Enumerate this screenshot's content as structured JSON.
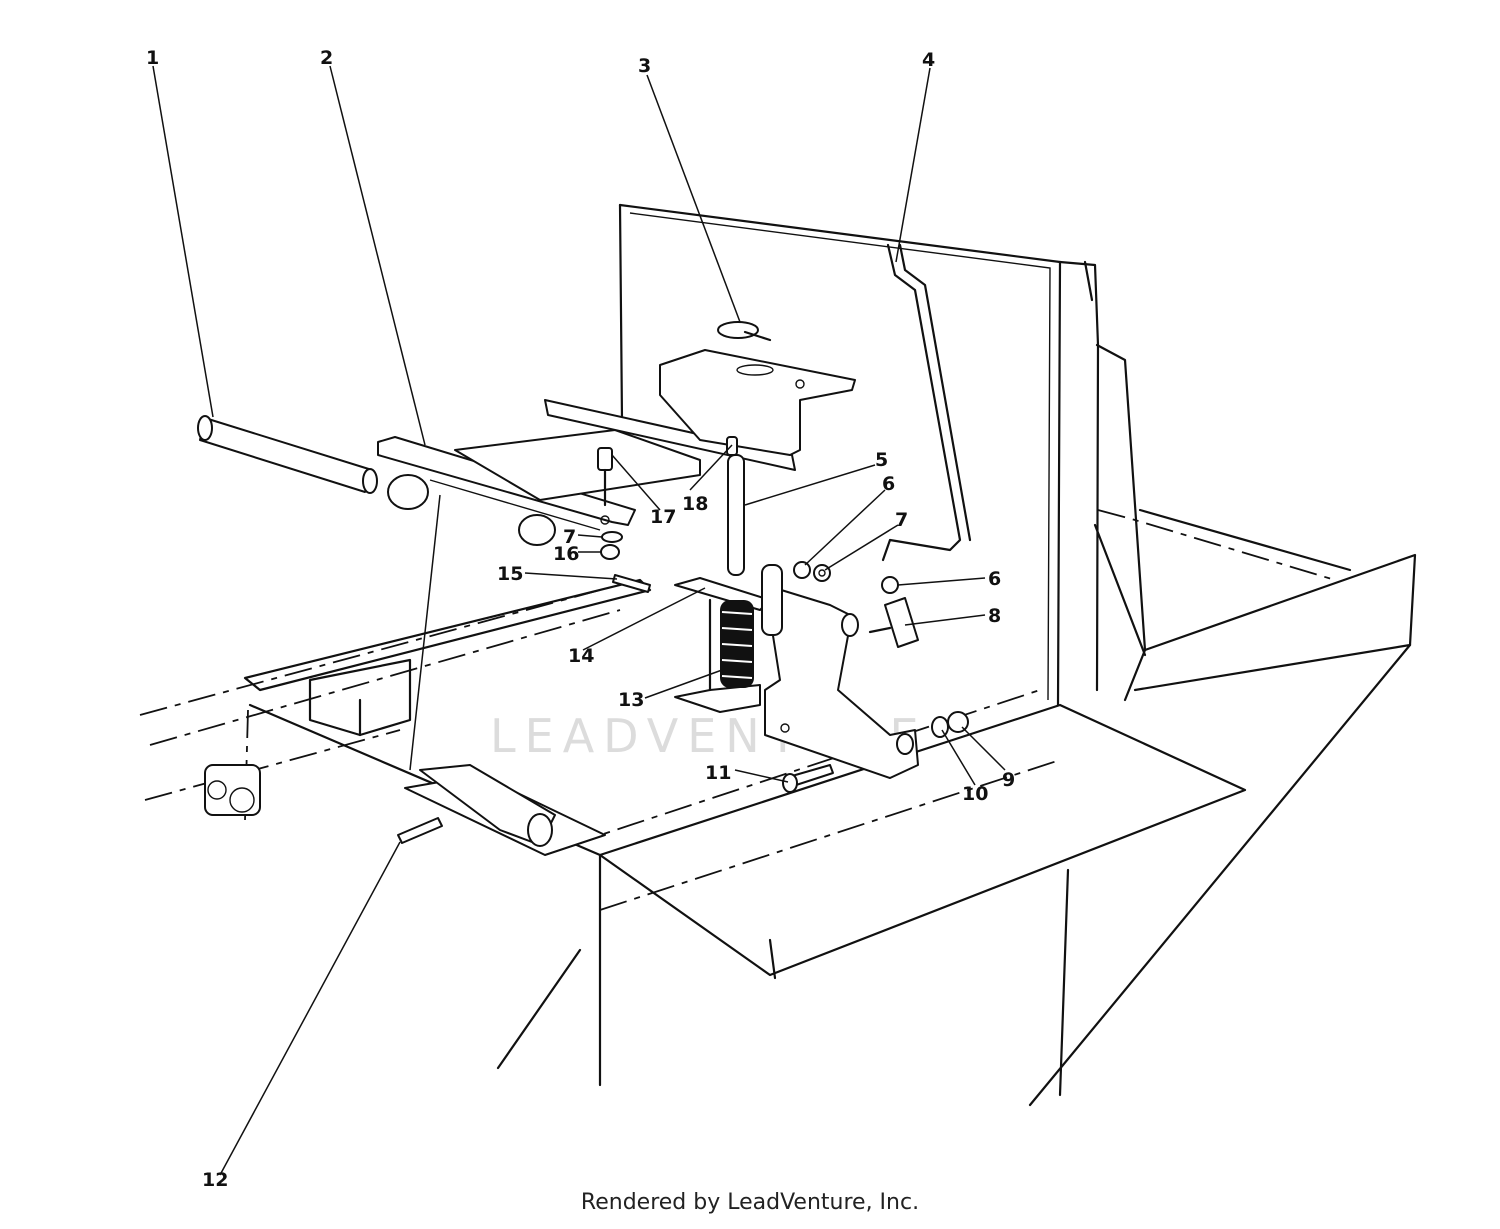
{
  "callouts": [
    {
      "id": "1",
      "text": "1"
    },
    {
      "id": "2",
      "text": "2"
    },
    {
      "id": "3",
      "text": "3"
    },
    {
      "id": "4",
      "text": "4"
    },
    {
      "id": "5",
      "text": "5"
    },
    {
      "id": "6a",
      "text": "6"
    },
    {
      "id": "7a",
      "text": "7"
    },
    {
      "id": "6b",
      "text": "6"
    },
    {
      "id": "8",
      "text": "8"
    },
    {
      "id": "9",
      "text": "9"
    },
    {
      "id": "10",
      "text": "10"
    },
    {
      "id": "11",
      "text": "11"
    },
    {
      "id": "12",
      "text": "12"
    },
    {
      "id": "13",
      "text": "13"
    },
    {
      "id": "14",
      "text": "14"
    },
    {
      "id": "15",
      "text": "15"
    },
    {
      "id": "16",
      "text": "16"
    },
    {
      "id": "7b",
      "text": "7"
    },
    {
      "id": "17",
      "text": "17"
    },
    {
      "id": "18",
      "text": "18"
    }
  ],
  "watermark": "LEADVENTURE",
  "footer": "Rendered by LeadVenture, Inc."
}
